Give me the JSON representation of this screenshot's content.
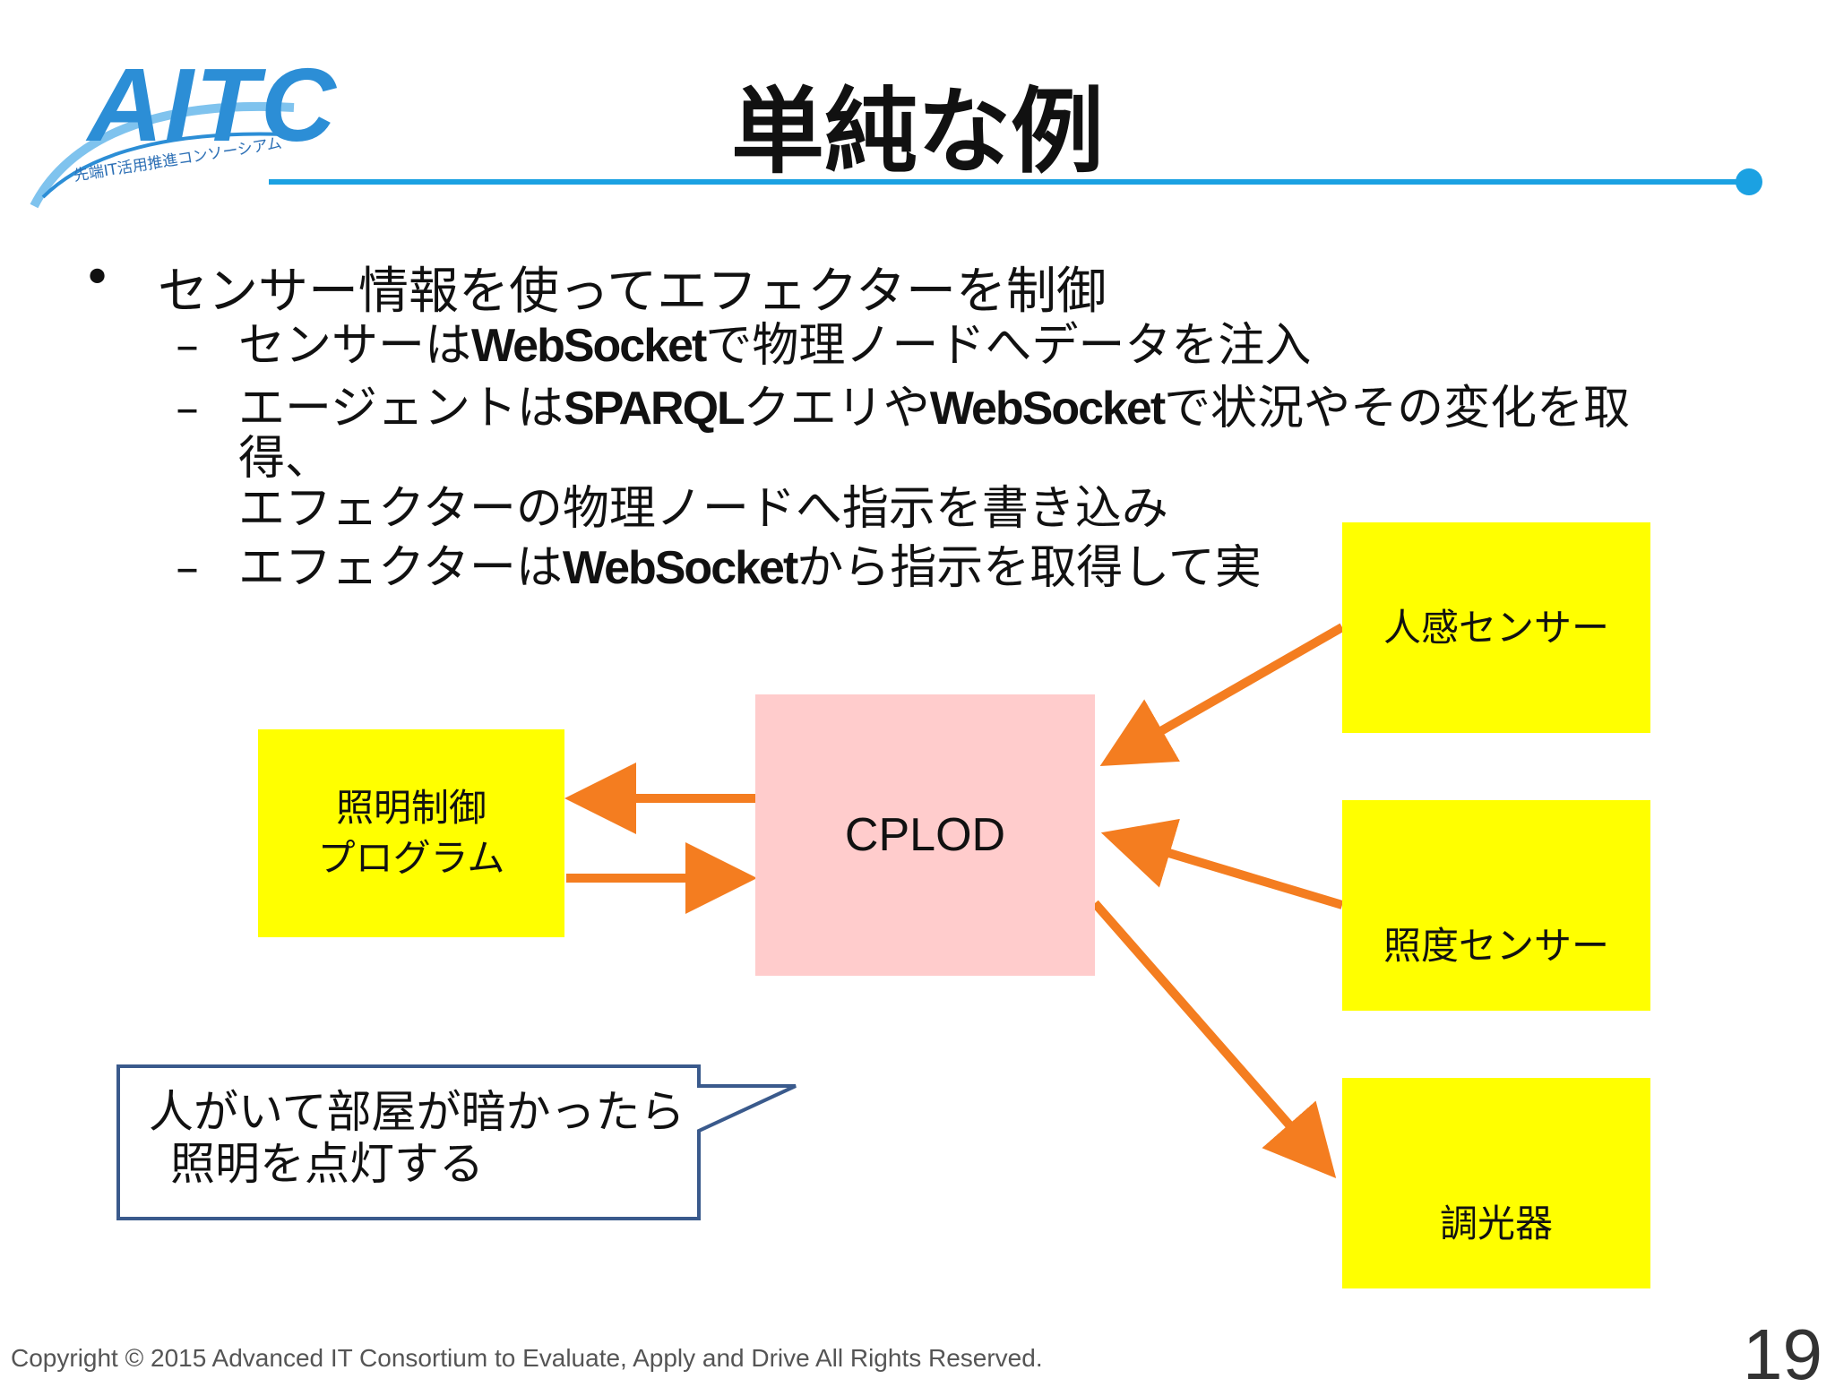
{
  "logo": {
    "text": "AITC",
    "subtitle": "先端IT活用推進コンソーシアム"
  },
  "slide": {
    "title": "単純な例",
    "bullet_marker": "•",
    "dash_marker": "–",
    "bullet": "センサー情報を使ってエフェクターを制御",
    "sub1": {
      "a": "センサーは",
      "b": "WebSocket",
      "c": "で物理ノードへデータを注入"
    },
    "sub2": {
      "a": "エージェントは",
      "b": "SPARQL",
      "c": "クエリや",
      "d": "WebSocket",
      "e": "で状況やその変化を取",
      "line2": "得、",
      "line3": "エフェクターの物理ノードへ指示を書き込み"
    },
    "sub3": {
      "a": "エフェクターは",
      "b": "WebSocket",
      "c": "から指示を取得して実"
    }
  },
  "diagram": {
    "lighting_program": {
      "line1": "照明制御",
      "line2": "プログラム"
    },
    "cplod": "CPLOD",
    "motion_sensor": "人感センサー",
    "illuminance_sensor": "照度センサー",
    "dimmer": "調光器",
    "callout": {
      "line1": "人がいて部屋が暗かったら",
      "line2": "照明を点灯する"
    },
    "colors": {
      "box_yellow": "#ffff00",
      "cplod_pink": "#ffcccc",
      "arrow_orange": "#f47d20",
      "callout_border": "#3a5a8c",
      "accent_blue": "#1ba1e2"
    }
  },
  "footer": {
    "copyright": "Copyright © 2015 Advanced IT Consortium to Evaluate, Apply and Drive All Rights Reserved.",
    "page_number": "19"
  }
}
